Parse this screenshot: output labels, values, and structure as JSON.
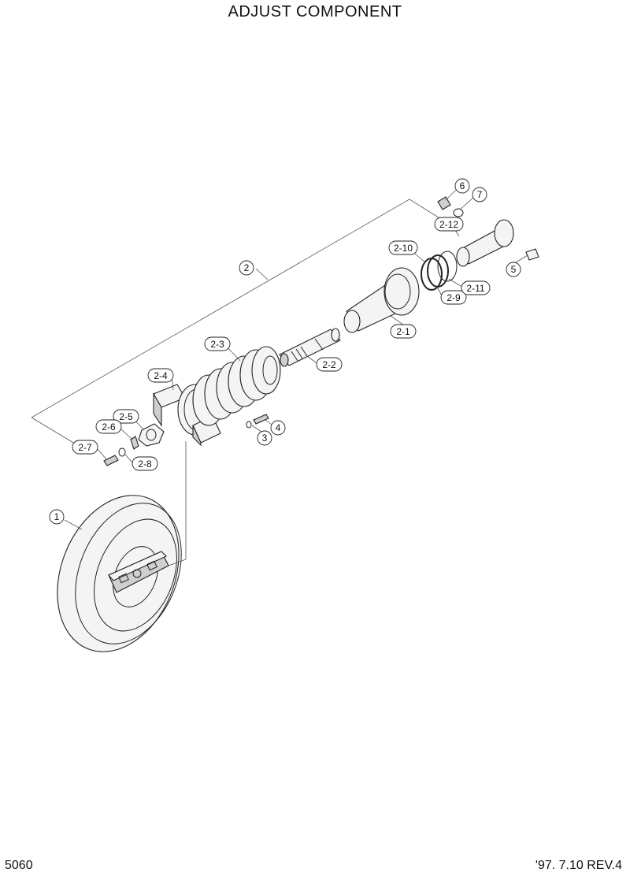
{
  "title": "ADJUST COMPONENT",
  "footer": {
    "page": "5060",
    "revision": "'97. 7.10 REV.4"
  },
  "callouts": {
    "c1": "1",
    "c2": "2",
    "c2_1": "2-1",
    "c2_2": "2-2",
    "c2_3": "2-3",
    "c2_4": "2-4",
    "c2_5": "2-5",
    "c2_6": "2-6",
    "c2_7": "2-7",
    "c2_8": "2-8",
    "c2_9": "2-9",
    "c2_10": "2-10",
    "c2_11": "2-11",
    "c2_12": "2-12",
    "c3": "3",
    "c4": "4",
    "c5": "5",
    "c6": "6",
    "c7": "7"
  }
}
